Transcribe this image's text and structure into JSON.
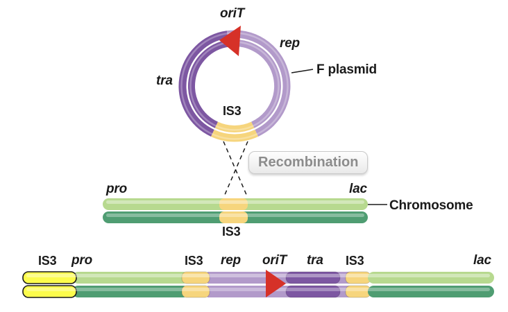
{
  "palette": {
    "light_purple": "#b29aca",
    "dark_purple": "#7d57a2",
    "ring_yellow": "#f6d57d",
    "bright_yellow": "#fcfc4d",
    "light_green": "#b7d98f",
    "dark_green": "#4f9d72",
    "red": "#d63128",
    "label_gray": "#8c8c8c",
    "ink": "#1a1a1a"
  },
  "plasmid": {
    "orit": "oriT",
    "rep": "rep",
    "tra": "tra",
    "is3": "IS3",
    "callout": "F plasmid"
  },
  "process": {
    "label": "Recombination"
  },
  "chromosome": {
    "pro": "pro",
    "lac": "lac",
    "is3": "IS3",
    "callout": "Chromosome"
  },
  "hfr": {
    "is3_left": "IS3",
    "pro": "pro",
    "is3_mid": "IS3",
    "rep": "rep",
    "orit": "oriT",
    "tra": "tra",
    "is3_right": "IS3",
    "lac": "lac"
  }
}
